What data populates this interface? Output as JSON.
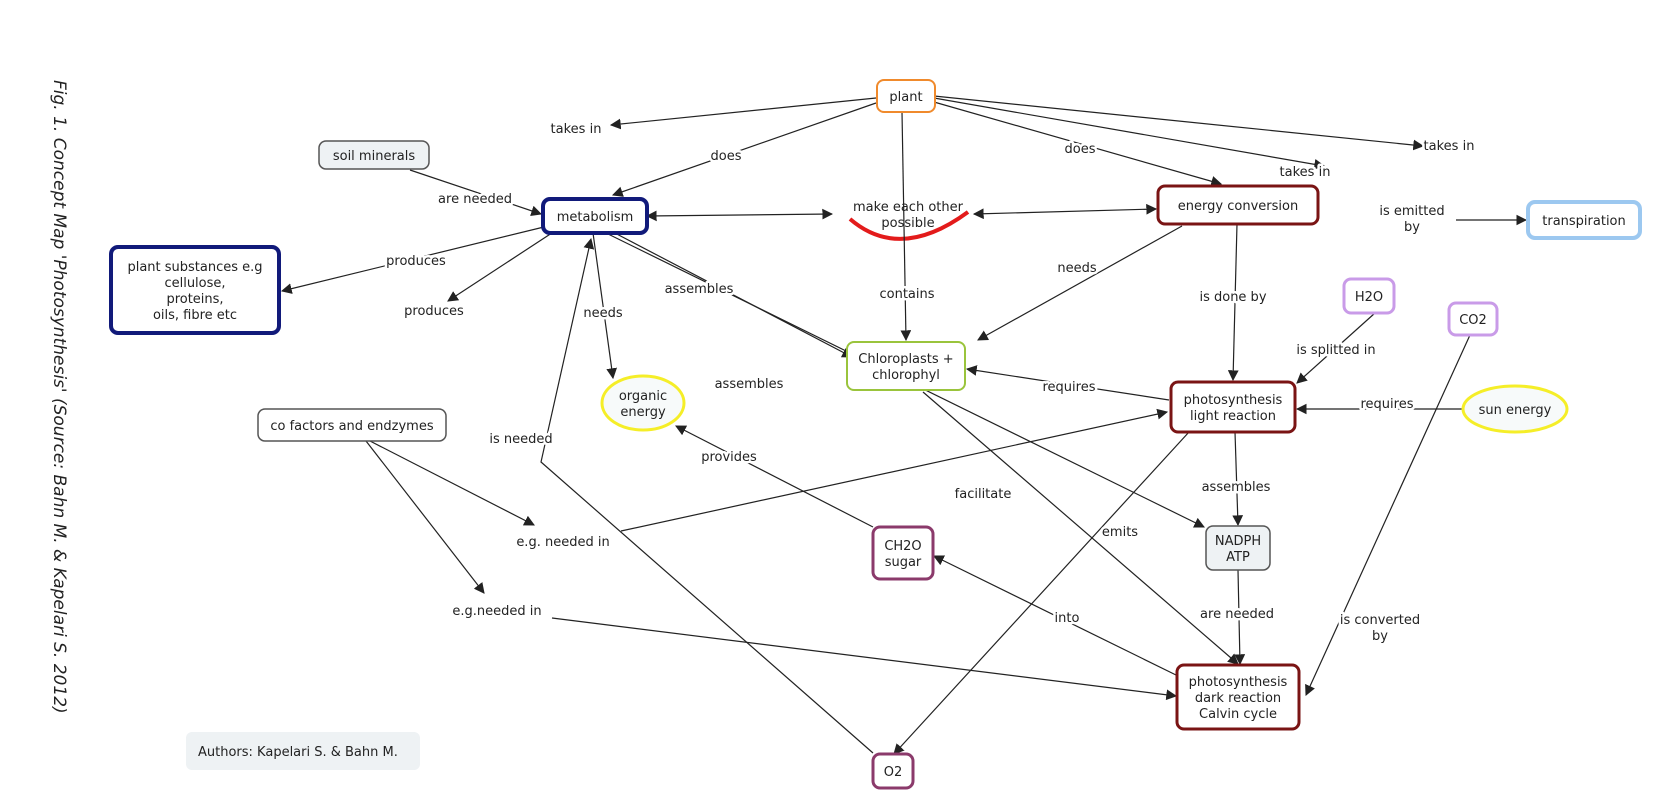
{
  "caption": "Fig. 1. Concept Map 'Photosynthesis' (Source: Bahn M. & Kapelari S. 2012)",
  "authors": "Authors: Kapelari S. & Bahn M.",
  "colors": {
    "orange": "#f08a2c",
    "navy": "#111a7a",
    "darkred": "#7a1414",
    "green": "#9ac43c",
    "yellow": "#f5ee28",
    "lightblue": "#9cc8f0",
    "purple": "#c99be8",
    "magenta": "#8b3a6b",
    "gray": "#555555",
    "red_arc": "#e31b1b"
  },
  "nodes": [
    {
      "id": "plant",
      "lines": [
        "plant"
      ],
      "color": "orange"
    },
    {
      "id": "soil",
      "lines": [
        "soil minerals"
      ],
      "color": "gray"
    },
    {
      "id": "metabolism",
      "lines": [
        "metabolism"
      ],
      "color": "navy"
    },
    {
      "id": "make",
      "lines": [
        "make each other",
        "possible"
      ],
      "color": "none"
    },
    {
      "id": "energy",
      "lines": [
        "energy conversion"
      ],
      "color": "darkred"
    },
    {
      "id": "transpiration",
      "lines": [
        "transpiration"
      ],
      "color": "lightblue"
    },
    {
      "id": "plantsub",
      "lines": [
        "plant substances e.g",
        "cellulose,",
        "proteins,",
        "oils, fibre etc"
      ],
      "color": "navy"
    },
    {
      "id": "h2o",
      "lines": [
        "H2O"
      ],
      "color": "purple"
    },
    {
      "id": "co2",
      "lines": [
        "CO2"
      ],
      "color": "purple"
    },
    {
      "id": "chloro",
      "lines": [
        "Chloroplasts +",
        "chlorophyl"
      ],
      "color": "green"
    },
    {
      "id": "organic",
      "lines": [
        "organic",
        "energy"
      ],
      "color": "yellow"
    },
    {
      "id": "cofactors",
      "lines": [
        "co factors and endzymes"
      ],
      "color": "gray"
    },
    {
      "id": "light",
      "lines": [
        "photosynthesis",
        "light reaction"
      ],
      "color": "darkred"
    },
    {
      "id": "sun",
      "lines": [
        "sun energy"
      ],
      "color": "yellow"
    },
    {
      "id": "ch2o",
      "lines": [
        "CH2O",
        "sugar"
      ],
      "color": "magenta"
    },
    {
      "id": "nadph",
      "lines": [
        "NADPH",
        "ATP"
      ],
      "color": "gray"
    },
    {
      "id": "dark",
      "lines": [
        "photosynthesis",
        "dark reaction",
        "Calvin cycle"
      ],
      "color": "darkred"
    },
    {
      "id": "o2",
      "lines": [
        "O2"
      ],
      "color": "magenta"
    }
  ],
  "edges": [
    {
      "label": "takes in"
    },
    {
      "label": "does"
    },
    {
      "label": "contains"
    },
    {
      "label": "does"
    },
    {
      "label": "takes in"
    },
    {
      "label": "takes in"
    },
    {
      "label": "are needed"
    },
    {
      "label": ""
    },
    {
      "label": ""
    },
    {
      "label": "produces"
    },
    {
      "label": "produces"
    },
    {
      "label": "needs"
    },
    {
      "label": "assembles"
    },
    {
      "label": "assembles"
    },
    {
      "label": "needs"
    },
    {
      "label": "is done by"
    },
    {
      "label": "is emitted by"
    },
    {
      "label": "is splitted in"
    },
    {
      "label": "is converted by"
    },
    {
      "label": "requires"
    },
    {
      "label": "requires"
    },
    {
      "label": "assembles"
    },
    {
      "label": "emits"
    },
    {
      "label": "facilitate"
    },
    {
      "label": "are needed"
    },
    {
      "label": "provides"
    },
    {
      "label": "into"
    },
    {
      "label": "is needed"
    },
    {
      "label": "e.g. needed in"
    },
    {
      "label": "e.g.needed in"
    }
  ]
}
